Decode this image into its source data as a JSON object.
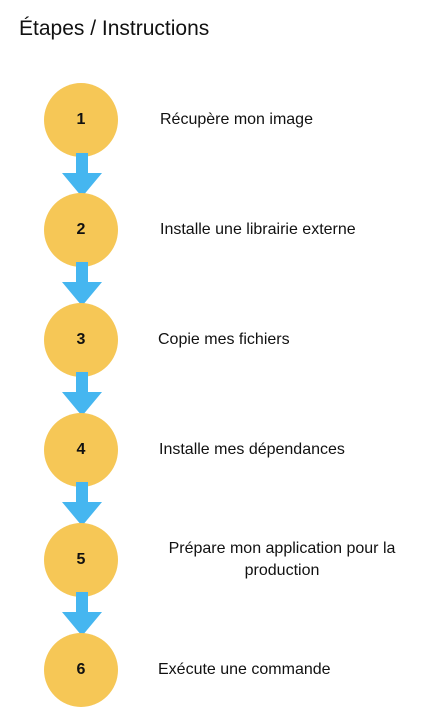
{
  "title": "Étapes / Instructions",
  "accent_colors": {
    "step_circle": "#F6C756",
    "arrow": "#45B6F0"
  },
  "steps": [
    {
      "number": "1",
      "label": "Récupère mon image"
    },
    {
      "number": "2",
      "label": "Installe une librairie externe"
    },
    {
      "number": "3",
      "label": "Copie mes fichiers"
    },
    {
      "number": "4",
      "label": "Installe mes dépendances"
    },
    {
      "number": "5",
      "label": "Prépare mon application pour la production"
    },
    {
      "number": "6",
      "label": "Exécute une commande"
    }
  ]
}
